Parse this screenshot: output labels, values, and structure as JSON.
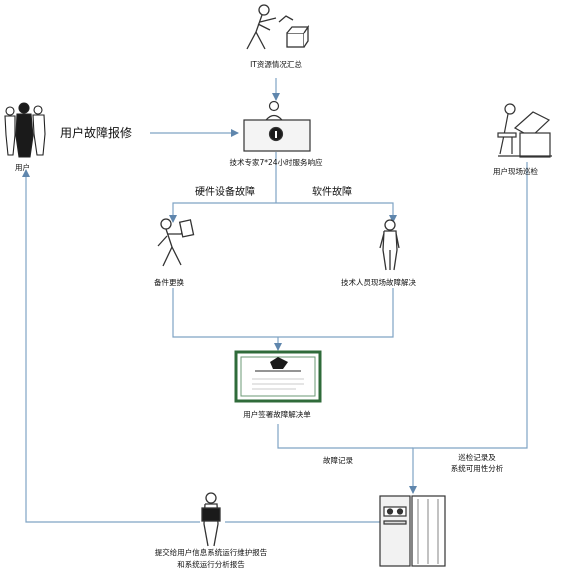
{
  "nodes": {
    "it_summary": "IT资源情况汇总",
    "user": "用户",
    "report_label": "用户故障报修",
    "expert": "技术专家7*24小时服务响应",
    "onsite_inspection": "用户现场巡检",
    "hardware_branch": "硬件设备故障",
    "software_branch": "软件故障",
    "spare_replace": "备件更换",
    "tech_onsite": "技术人员现场故障解决",
    "certificate": "用户签署故障解决单",
    "fault_record": "故障记录",
    "inspection_record_1": "巡检记录及",
    "inspection_record_2": "系统可用性分析",
    "submit_report_1": "提交给用户信息系统运行维护报告",
    "submit_report_2": "和系统运行分析报告"
  },
  "colors": {
    "line": "#7fa3c4",
    "arrow": "#5f86ad",
    "certificate_border": "#2f6b3a",
    "figure_outline": "#333333",
    "figure_fill": "#ffffff",
    "figure_dark": "#1a1a1a"
  },
  "icons": [
    "person-carrying-box-icon",
    "users-icon",
    "desk-agent-icon",
    "person-at-computer-icon",
    "person-carrying-part-icon",
    "technician-icon",
    "certificate-icon",
    "person-with-document-icon",
    "server-rack-icon"
  ]
}
